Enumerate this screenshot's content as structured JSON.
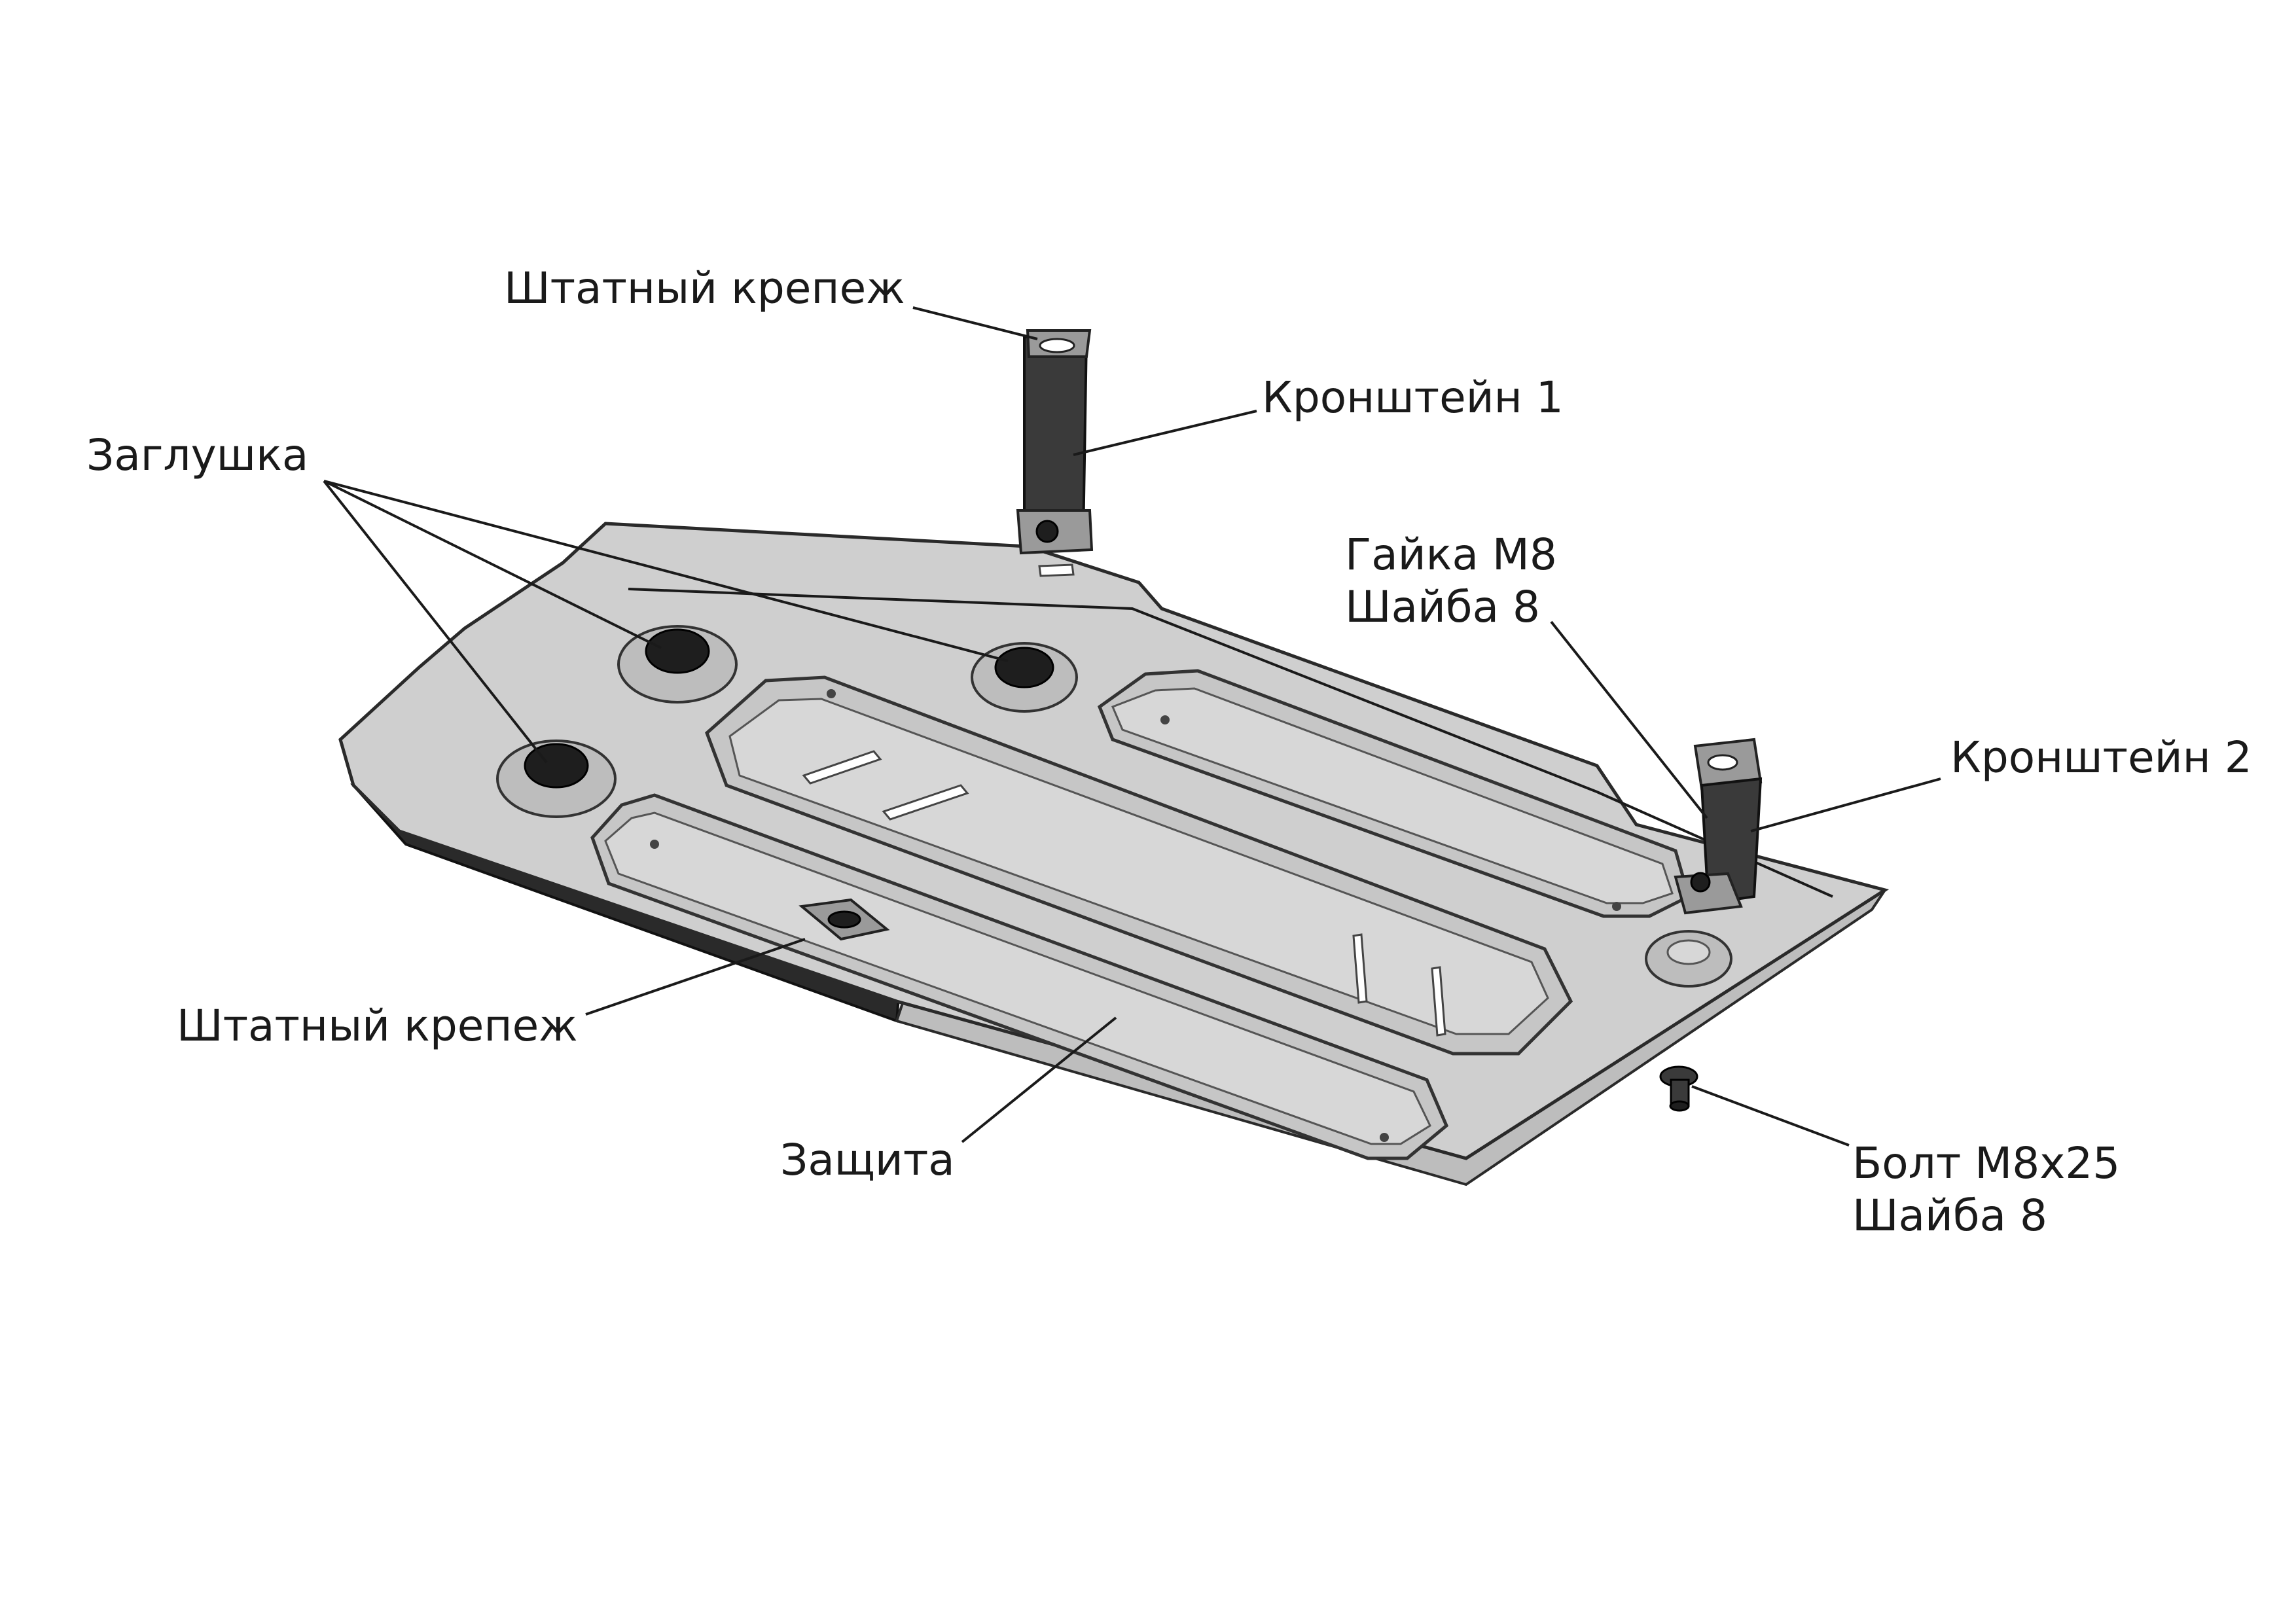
{
  "labels": {
    "standard_fastener_top": "Штатный крепеж",
    "bracket_1": "Кронштейн 1",
    "plug": "Заглушка",
    "nut_m8": "Гайка М8",
    "washer_8_nut": "Шайба 8",
    "bracket_2": "Кронштейн 2",
    "standard_fastener_left": "Штатный крепеж",
    "protection": "Защита",
    "bolt_m8x25": "Болт М8х25",
    "washer_8_bolt": "Шайба 8"
  }
}
